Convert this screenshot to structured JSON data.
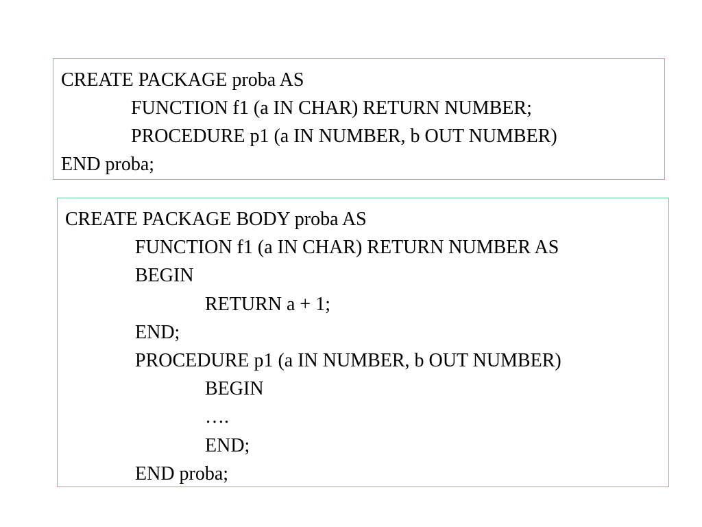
{
  "package_spec": {
    "lines": [
      "CREATE PACKAGE proba AS",
      "FUNCTION f1 (a IN CHAR) RETURN NUMBER;",
      "PROCEDURE p1 (a IN NUMBER, b OUT NUMBER)",
      "END proba;"
    ]
  },
  "package_body": {
    "lines": [
      "CREATE PACKAGE BODY proba AS",
      "FUNCTION f1 (a IN CHAR) RETURN NUMBER AS",
      "BEGIN",
      "RETURN a + 1;",
      "END;",
      "PROCEDURE p1 (a IN NUMBER, b OUT NUMBER)",
      "BEGIN",
      "….",
      "END;",
      "END proba;"
    ]
  }
}
